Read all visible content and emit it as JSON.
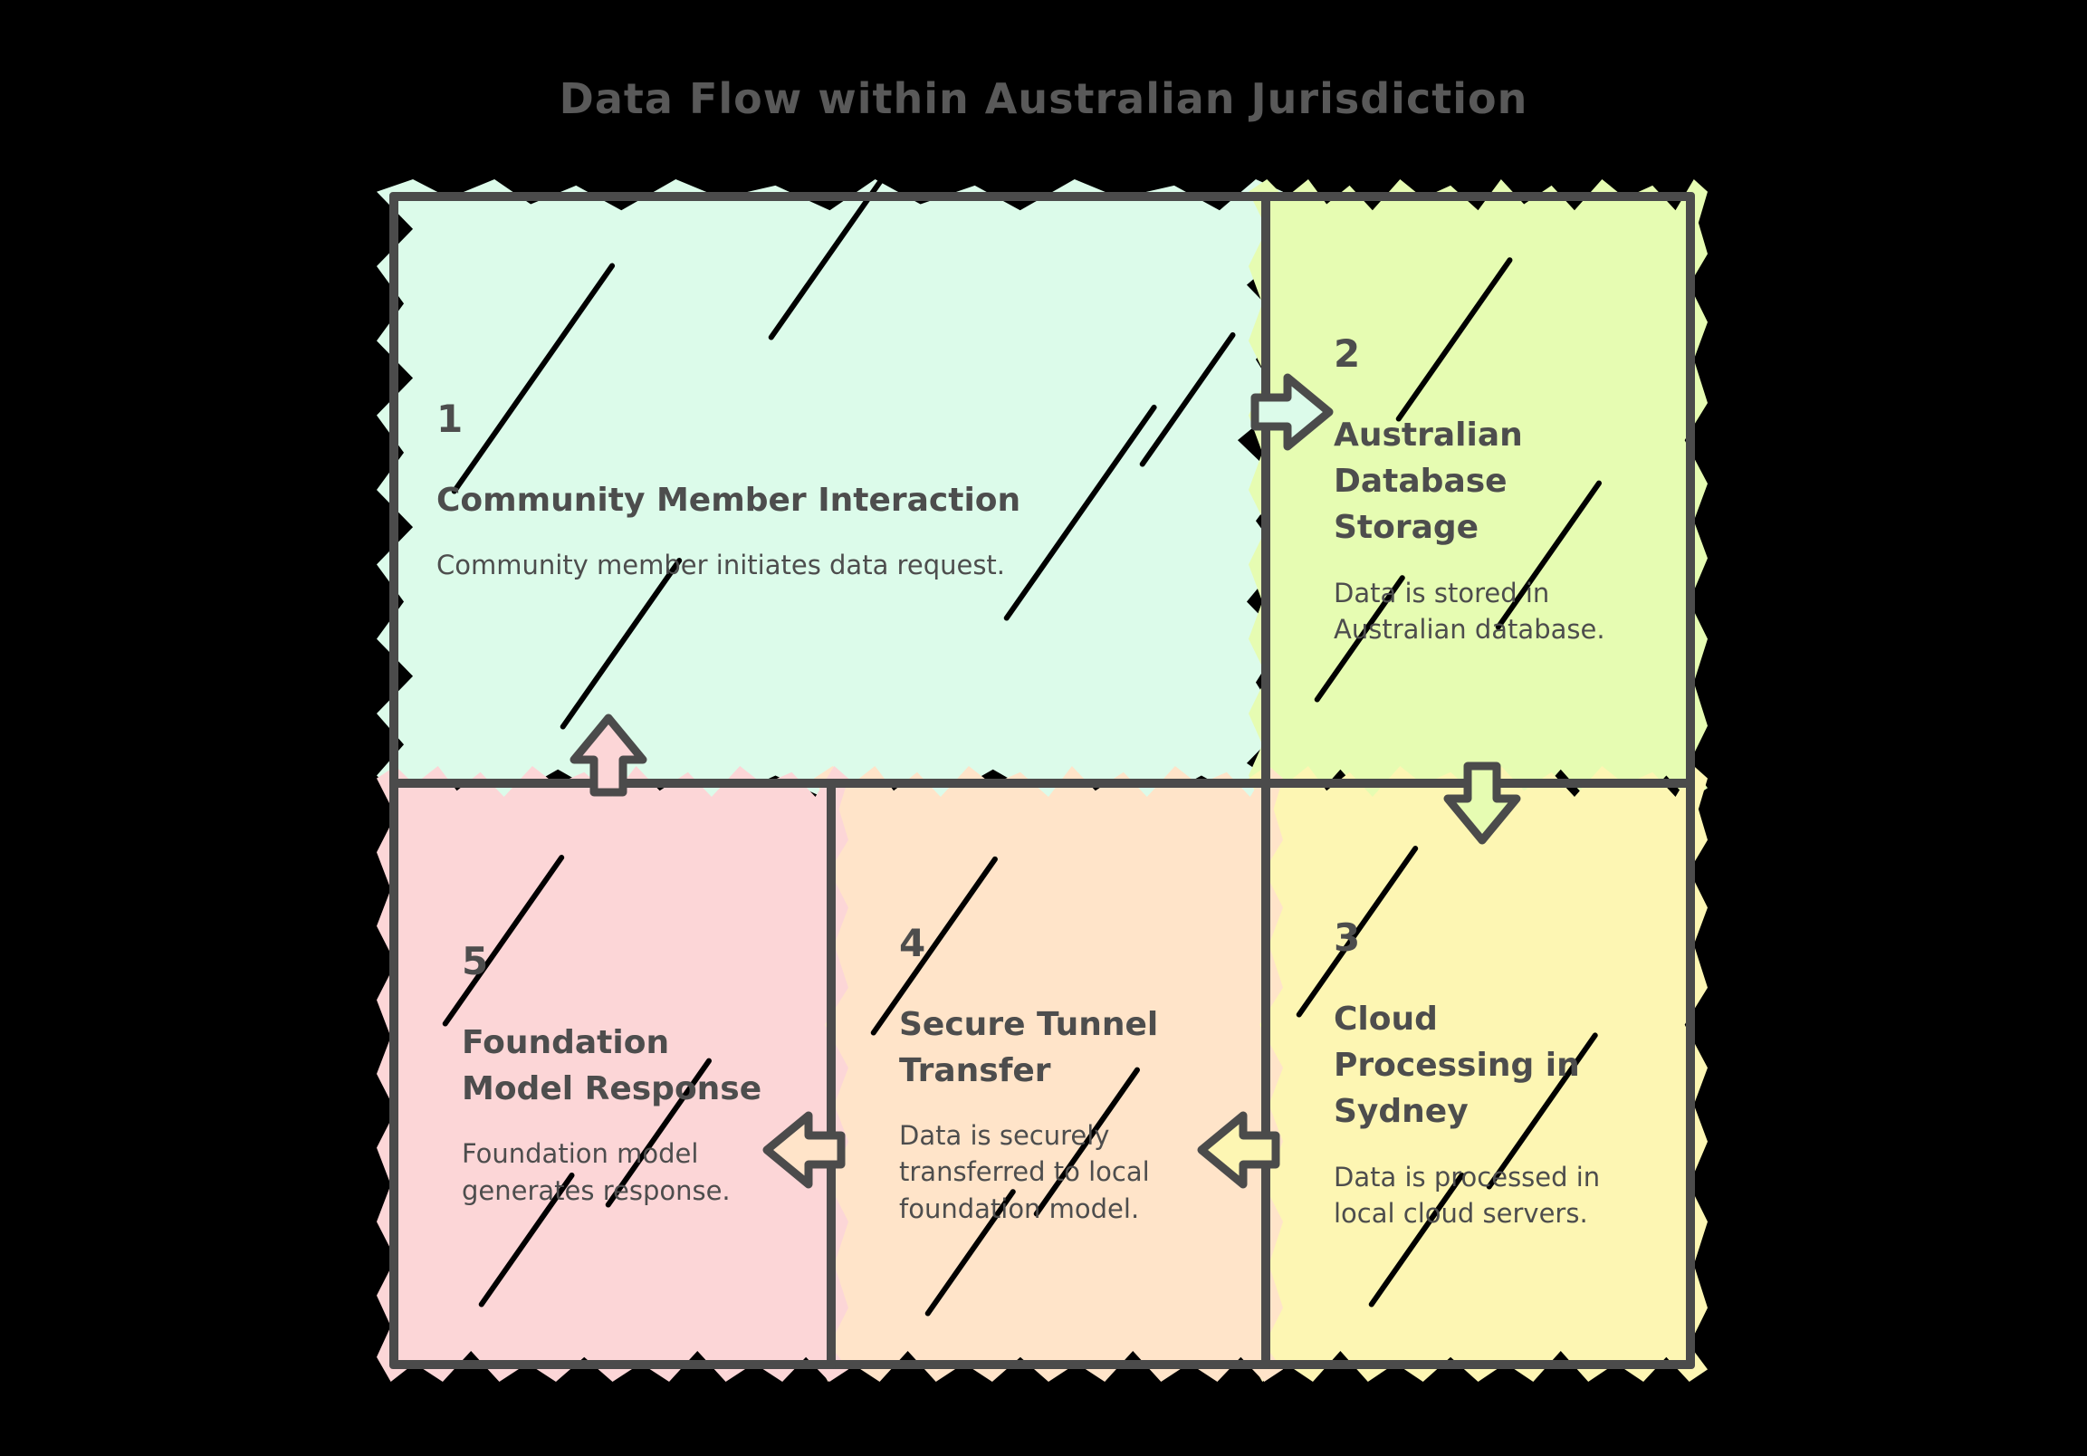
{
  "title": "Data Flow within Australian Jurisdiction",
  "colors": {
    "background": "#000000",
    "stroke": "#4b4b4b",
    "title_text": "#595959",
    "node_text": "#4d4d4d",
    "node_fills": {
      "community_member_interaction": "#dcfbea",
      "australian_database_storage": "#e6fcb2",
      "cloud_processing_in_sydney": "#fdf6b3",
      "secure_tunnel_transfer": "#ffe4c9",
      "foundation_model_response": "#fcd6d7"
    }
  },
  "nodes": [
    {
      "number": "1",
      "title": "Community Member Interaction",
      "description": "Community member initiates data request.",
      "fill": "#dcfbea"
    },
    {
      "number": "2",
      "title": "Australian Database Storage",
      "description": "Data is stored in Australian database.",
      "fill": "#e6fcb2"
    },
    {
      "number": "3",
      "title": "Cloud Processing in Sydney",
      "description": "Data is processed in local cloud servers.",
      "fill": "#fdf6b3"
    },
    {
      "number": "4",
      "title": "Secure Tunnel Transfer",
      "description": "Data is securely transferred to local foundation model.",
      "fill": "#ffe4c9"
    },
    {
      "number": "5",
      "title": "Foundation Model Response",
      "description": "Foundation model generates response.",
      "fill": "#fcd6d7"
    }
  ],
  "edges": [
    {
      "from": "1",
      "to": "2",
      "direction": "right"
    },
    {
      "from": "2",
      "to": "3",
      "direction": "down"
    },
    {
      "from": "3",
      "to": "4",
      "direction": "left"
    },
    {
      "from": "4",
      "to": "5",
      "direction": "left"
    },
    {
      "from": "5",
      "to": "1",
      "direction": "up"
    }
  ]
}
